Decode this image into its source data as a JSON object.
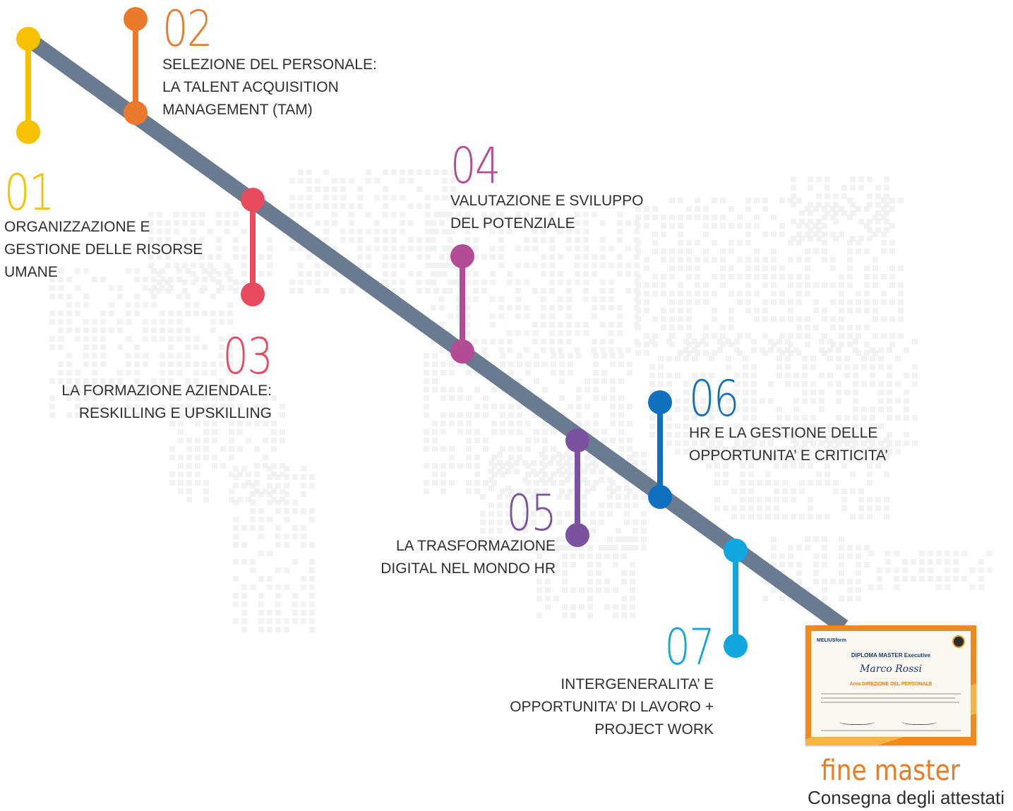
{
  "steps": [
    {
      "number": "01",
      "color": "#f5c100",
      "lines": [
        "ORGANIZZAZIONE E",
        "GESTIONE DELLE RISORSE",
        "UMANE"
      ]
    },
    {
      "number": "02",
      "color": "#ea7a2b",
      "lines": [
        "SELEZIONE DEL PERSONALE:",
        "LA TALENT ACQUISITION",
        "MANAGEMENT (TAM)"
      ]
    },
    {
      "number": "03",
      "color": "#e84a5f",
      "lines": [
        "LA FORMAZIONE AZIENDALE:",
        "RESKILLING E UPSKILLING"
      ]
    },
    {
      "number": "04",
      "color": "#b44b96",
      "lines": [
        "VALUTAZIONE E SVILUPPO",
        "DEL POTENZIALE"
      ]
    },
    {
      "number": "05",
      "color": "#7a52a0",
      "lines": [
        "LA TRASFORMAZIONE",
        "DIGITAL NEL MONDO HR"
      ]
    },
    {
      "number": "06",
      "color": "#1070c0",
      "lines": [
        "HR E LA GESTIONE DELLE",
        "OPPORTUNITA’ E CRITICITA’"
      ]
    },
    {
      "number": "07",
      "color": "#12a6de",
      "lines": [
        "INTERGENERALITA’ E",
        "OPPORTUNITA’ DI LAVORO +",
        "PROJECT WORK"
      ]
    }
  ],
  "timeline_color": "#6b7b8f",
  "certificate": {
    "brand": "MELIUSform",
    "title": "DIPLOMA MASTER Executive",
    "name": "Marco Rossi",
    "area": "Area DIREZIONE DEL PERSONALE"
  },
  "end": {
    "title": "fine master",
    "subtitle": "Consegna degli attestati"
  }
}
